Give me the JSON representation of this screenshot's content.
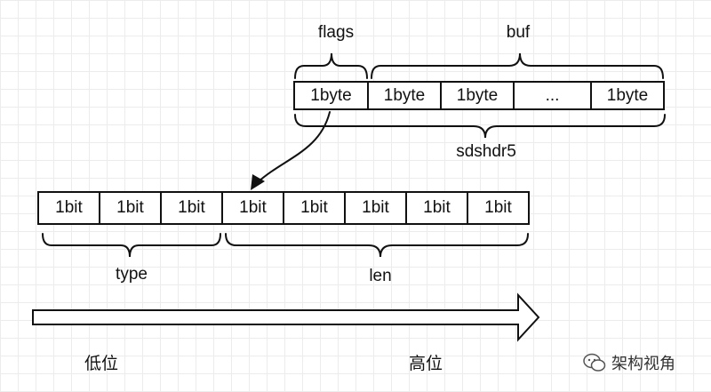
{
  "header": {
    "flags_label": "flags",
    "buf_label": "buf",
    "sdshdr5_label": "sdshdr5"
  },
  "bytes": [
    "1byte",
    "1byte",
    "1byte",
    "...",
    "1byte"
  ],
  "bits": [
    "1bit",
    "1bit",
    "1bit",
    "1bit",
    "1bit",
    "1bit",
    "1bit",
    "1bit"
  ],
  "groups": {
    "type_label": "type",
    "len_label": "len"
  },
  "direction": {
    "low_label": "低位",
    "high_label": "高位"
  },
  "watermark": {
    "text": "架构视角",
    "icon": "wechat-icon"
  }
}
